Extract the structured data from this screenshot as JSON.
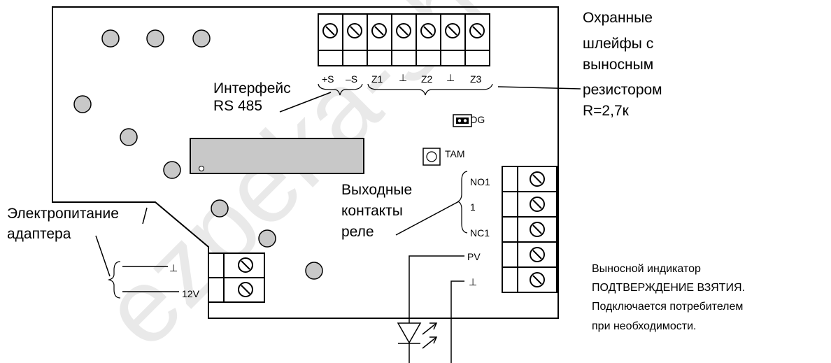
{
  "labels": {
    "interface_line1": "Интерфейс",
    "interface_line2": "RS 485",
    "loops_line1": "Охранные",
    "loops_line2": "шлейфы с",
    "loops_line3": "выносным",
    "loops_line4": "резистором",
    "loops_line5": "R=2,7к",
    "power_line1": "Электропитание",
    "power_line2": "адаптера",
    "relay_line1": "Выходные",
    "relay_line2": "контакты",
    "relay_line3": "реле",
    "indicator_line1": "Выносной индикатор",
    "indicator_line2": "ПОДТВЕРЖДЕНИЕ ВЗЯТИЯ.",
    "indicator_line3": "Подключается потребителем",
    "indicator_line4": "при необходимости."
  },
  "terminals_top": [
    "+S",
    "–S",
    "Z1",
    "⊥",
    "Z2",
    "⊥",
    "Z3"
  ],
  "terminals_right": [
    "NO1",
    "1",
    "NC1"
  ],
  "pins": {
    "prog": "PROG",
    "tam": "TAM",
    "pv": "PV",
    "ground_right": "⊥",
    "ground_left": "⊥",
    "v12": "12V"
  },
  "watermark": "ezpeka-shop"
}
